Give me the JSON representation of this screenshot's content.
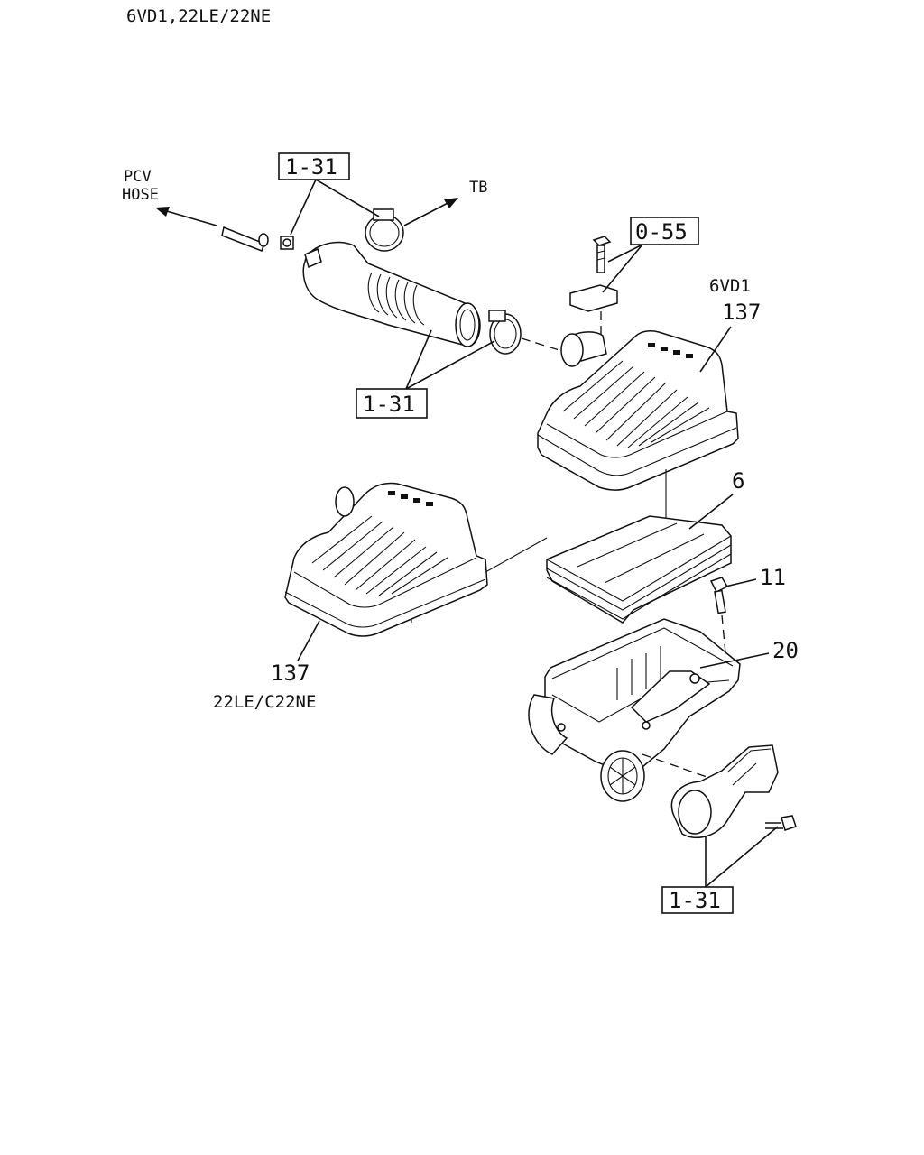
{
  "header": {
    "engine_codes": "6VD1,22LE/22NE"
  },
  "labels": {
    "pcv_hose_line1": "PCV",
    "pcv_hose_line2": "HOSE",
    "tb": "TB",
    "variant_6vd1": "6VD1",
    "variant_22le": "22LE/C22NE"
  },
  "references": {
    "ref_clip_top": "1-31",
    "ref_hose_mid": "1-31",
    "ref_bolt": "0-55",
    "ref_duct_bottom": "1-31"
  },
  "callouts": {
    "cover_6vd1": "137",
    "element": "6",
    "bolt": "11",
    "lower_case": "20",
    "cover_22le": "137"
  },
  "colors": {
    "ink": "#111111",
    "paper": "#ffffff"
  }
}
